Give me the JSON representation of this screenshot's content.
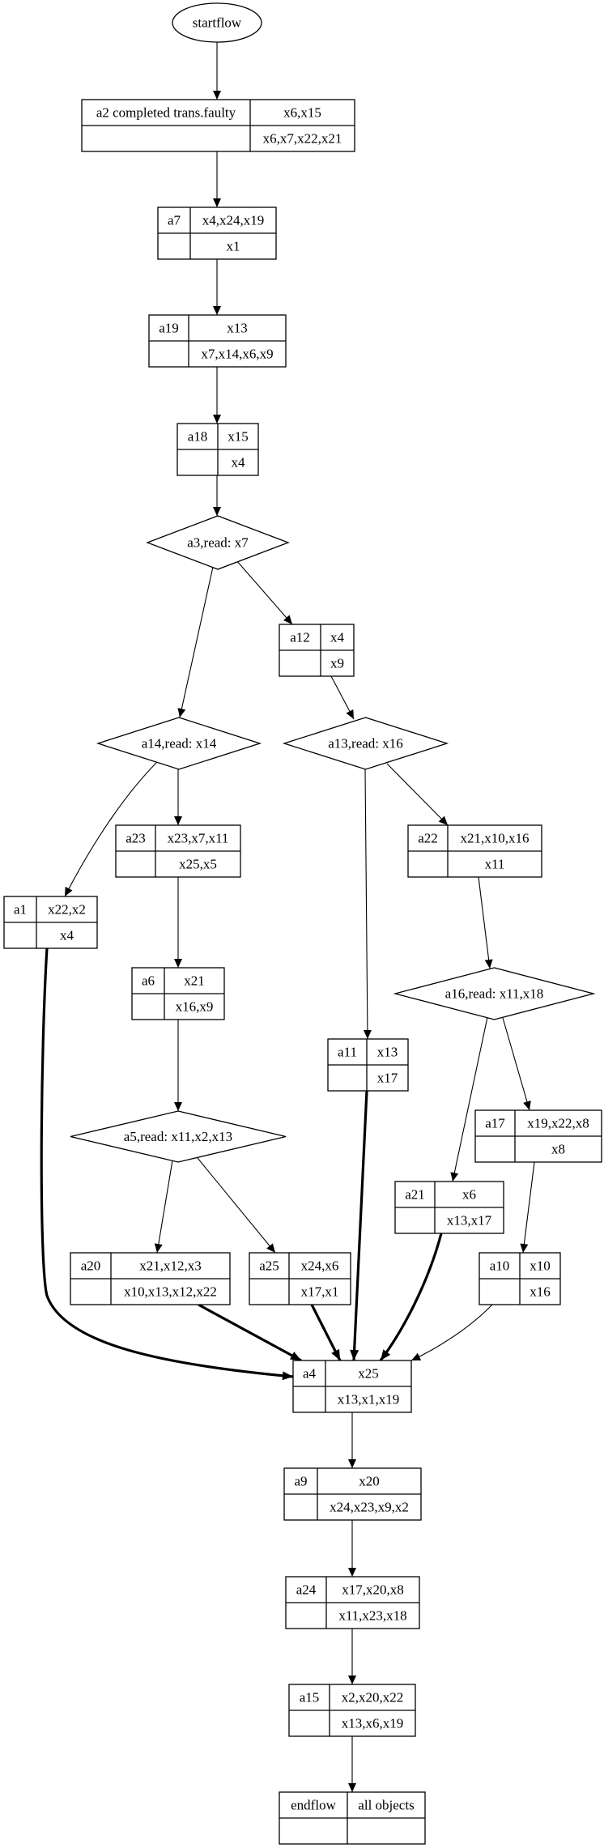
{
  "diagram": {
    "type": "flowchart",
    "nodes": [
      {
        "id": "startflow",
        "shape": "ellipse",
        "label": "startflow"
      },
      {
        "id": "a2",
        "shape": "record",
        "name": "a2  completed trans.faulty",
        "top": "x6,x15",
        "bottom": "x6,x7,x22,x21"
      },
      {
        "id": "a7",
        "shape": "record",
        "name": "a7",
        "top": "x4,x24,x19",
        "bottom": "x1"
      },
      {
        "id": "a19",
        "shape": "record",
        "name": "a19",
        "top": "x13",
        "bottom": "x7,x14,x6,x9"
      },
      {
        "id": "a18",
        "shape": "record",
        "name": "a18",
        "top": "x15",
        "bottom": "x4"
      },
      {
        "id": "a3",
        "shape": "diamond",
        "label": "a3,read: x7"
      },
      {
        "id": "a12",
        "shape": "record",
        "name": "a12",
        "top": "x4",
        "bottom": "x9"
      },
      {
        "id": "a14",
        "shape": "diamond",
        "label": "a14,read: x14"
      },
      {
        "id": "a13",
        "shape": "diamond",
        "label": "a13,read: x16"
      },
      {
        "id": "a23",
        "shape": "record",
        "name": "a23",
        "top": "x23,x7,x11",
        "bottom": "x25,x5"
      },
      {
        "id": "a22",
        "shape": "record",
        "name": "a22",
        "top": "x21,x10,x16",
        "bottom": "x11"
      },
      {
        "id": "a1",
        "shape": "record",
        "name": "a1",
        "top": "x22,x2",
        "bottom": "x4"
      },
      {
        "id": "a6",
        "shape": "record",
        "name": "a6",
        "top": "x21",
        "bottom": "x16,x9"
      },
      {
        "id": "a16",
        "shape": "diamond",
        "label": "a16,read: x11,x18"
      },
      {
        "id": "a11",
        "shape": "record",
        "name": "a11",
        "top": "x13",
        "bottom": "x17"
      },
      {
        "id": "a17",
        "shape": "record",
        "name": "a17",
        "top": "x19,x22,x8",
        "bottom": "x8"
      },
      {
        "id": "a5",
        "shape": "diamond",
        "label": "a5,read: x11,x2,x13"
      },
      {
        "id": "a21",
        "shape": "record",
        "name": "a21",
        "top": "x6",
        "bottom": "x13,x17"
      },
      {
        "id": "a20",
        "shape": "record",
        "name": "a20",
        "top": "x21,x12,x3",
        "bottom": "x10,x13,x12,x22"
      },
      {
        "id": "a25",
        "shape": "record",
        "name": "a25",
        "top": "x24,x6",
        "bottom": "x17,x1"
      },
      {
        "id": "a10",
        "shape": "record",
        "name": "a10",
        "top": "x10",
        "bottom": "x16"
      },
      {
        "id": "a4",
        "shape": "record",
        "name": "a4",
        "top": "x25",
        "bottom": "x13,x1,x19"
      },
      {
        "id": "a9",
        "shape": "record",
        "name": "a9",
        "top": "x20",
        "bottom": "x24,x23,x9,x2"
      },
      {
        "id": "a24",
        "shape": "record",
        "name": "a24",
        "top": "x17,x20,x8",
        "bottom": "x11,x23,x18"
      },
      {
        "id": "a15",
        "shape": "record",
        "name": "a15",
        "top": "x2,x20,x22",
        "bottom": "x13,x6,x19"
      },
      {
        "id": "endflow",
        "shape": "record",
        "name": "endflow",
        "top": "all objects",
        "bottom": ""
      }
    ],
    "edges": [
      {
        "from": "startflow",
        "to": "a2",
        "style": "normal"
      },
      {
        "from": "a2",
        "to": "a7",
        "style": "normal"
      },
      {
        "from": "a7",
        "to": "a19",
        "style": "normal"
      },
      {
        "from": "a19",
        "to": "a18",
        "style": "normal"
      },
      {
        "from": "a18",
        "to": "a3",
        "style": "normal"
      },
      {
        "from": "a3",
        "to": "a14",
        "style": "normal"
      },
      {
        "from": "a3",
        "to": "a12",
        "style": "normal"
      },
      {
        "from": "a12",
        "to": "a13",
        "style": "normal"
      },
      {
        "from": "a14",
        "to": "a1",
        "style": "normal"
      },
      {
        "from": "a14",
        "to": "a23",
        "style": "normal"
      },
      {
        "from": "a13",
        "to": "a11",
        "style": "normal"
      },
      {
        "from": "a13",
        "to": "a22",
        "style": "normal"
      },
      {
        "from": "a23",
        "to": "a6",
        "style": "normal"
      },
      {
        "from": "a22",
        "to": "a16",
        "style": "normal"
      },
      {
        "from": "a6",
        "to": "a5",
        "style": "normal"
      },
      {
        "from": "a16",
        "to": "a21",
        "style": "normal"
      },
      {
        "from": "a16",
        "to": "a17",
        "style": "normal"
      },
      {
        "from": "a5",
        "to": "a20",
        "style": "normal"
      },
      {
        "from": "a5",
        "to": "a25",
        "style": "normal"
      },
      {
        "from": "a17",
        "to": "a10",
        "style": "normal"
      },
      {
        "from": "a1",
        "to": "a4",
        "style": "bold"
      },
      {
        "from": "a20",
        "to": "a4",
        "style": "bold"
      },
      {
        "from": "a25",
        "to": "a4",
        "style": "bold"
      },
      {
        "from": "a11",
        "to": "a4",
        "style": "bold"
      },
      {
        "from": "a21",
        "to": "a4",
        "style": "bold"
      },
      {
        "from": "a10",
        "to": "a4",
        "style": "normal"
      },
      {
        "from": "a4",
        "to": "a9",
        "style": "normal"
      },
      {
        "from": "a9",
        "to": "a24",
        "style": "normal"
      },
      {
        "from": "a24",
        "to": "a15",
        "style": "normal"
      },
      {
        "from": "a15",
        "to": "endflow",
        "style": "normal"
      }
    ]
  }
}
